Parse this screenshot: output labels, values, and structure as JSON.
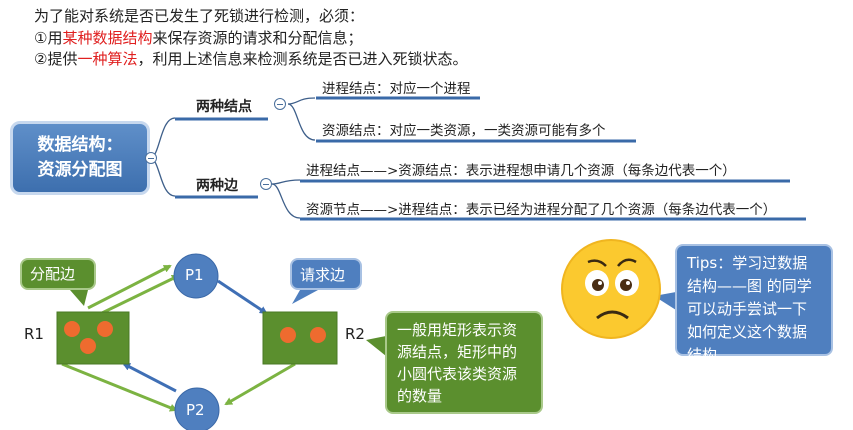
{
  "intro": {
    "line1": "为了能对系统是否已发生了死锁进行检测，必须：",
    "line2_pre": "①用",
    "line2_hl": "某种数据结构",
    "line2_post": "来保存资源的请求和分配信息；",
    "line3_pre": "②提供",
    "line3_hl": "一种算法",
    "line3_post": "，利用上述信息来检测系统是否已进入死锁状态。"
  },
  "mindmap": {
    "root_line1": "数据结构：",
    "root_line2": "资源分配图",
    "branch1": "两种结点",
    "branch2": "两种边",
    "leaf1": "进程结点：对应一个进程",
    "leaf2": "资源结点：对应一类资源，一类资源可能有多个",
    "leaf3": "进程结点——>资源结点：表示进程想申请几个资源（每条边代表一个）",
    "leaf4": "资源节点——>进程结点：表示已经为进程分配了几个资源（每条边代表一个）"
  },
  "graph": {
    "r1": "R1",
    "r2": "R2",
    "p1": "P1",
    "p2": "P2",
    "callout_alloc": "分配边",
    "callout_request": "请求边",
    "callout_desc": "一般用矩形表示资源结点，矩形中的小圆代表该类资源的数量"
  },
  "tips": {
    "text": "Tips：学习过数据结构——图 的同学可以动手尝试一下如何定义这个数据结构"
  },
  "colors": {
    "green_edge": "#7cb342",
    "blue_edge": "#3f6fb5",
    "resource_fill": "#5b8f2e",
    "unit_fill": "#ee6b2f",
    "process_fill": "#4f7fbf",
    "highlight": "#e02020"
  }
}
